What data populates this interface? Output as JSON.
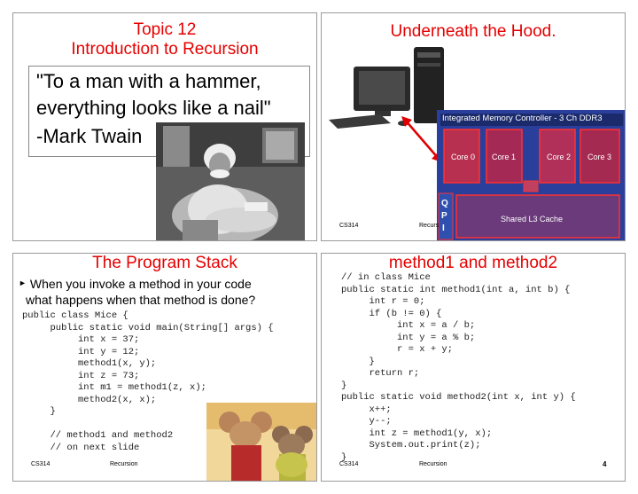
{
  "slides": {
    "s1": {
      "title_line1": "Topic 12",
      "title_line2": "Introduction to Recursion",
      "quote_line1": "\"To a man with a hammer,",
      "quote_line2": "everything looks like a nail\"",
      "author": "-Mark Twain"
    },
    "s2": {
      "title": "Underneath the Hood.",
      "footer_course": "CS314",
      "footer_topic": "Recurs",
      "chip_header": "Integrated Memory Controller - 3 Ch DDR3",
      "cores": [
        "Core 0",
        "Core 1",
        "Core 2",
        "Core 3"
      ],
      "cache": "Shared L3 Cache",
      "qpi": [
        "Q",
        "P",
        "I"
      ]
    },
    "s3": {
      "title": "The Program Stack",
      "bullet_line1": "When you invoke a method in your code",
      "bullet_line2": "what happens when that method is done?",
      "code": "public class Mice {\n     public static void main(String[] args) {\n          int x = 37;\n          int y = 12;\n          method1(x, y);\n          int z = 73;\n          int m1 = method1(z, x);\n          method2(x, x);\n     }\n\n     // method1 and method2\n     // on next slide",
      "footer_course": "CS314",
      "footer_topic": "Recursion"
    },
    "s4": {
      "title": "method1 and method2",
      "code": "// in class Mice\npublic static int method1(int a, int b) {\n     int r = 0;\n     if (b != 0) {\n          int x = a / b;\n          int y = a % b;\n          r = x + y;\n     }\n     return r;\n}\npublic static void method2(int x, int y) {\n     x++;\n     y--;\n     int z = method1(y, x);\n     System.out.print(z);\n}",
      "footer_course": "CS314",
      "footer_topic": "Recursion",
      "footer_num": "4"
    }
  }
}
